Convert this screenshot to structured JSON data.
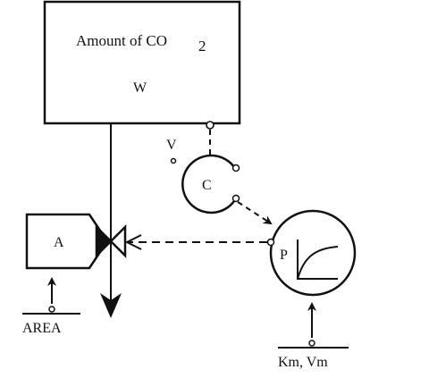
{
  "stock_box": {
    "title": "Amount of CO",
    "title_subscript": "2",
    "symbol": "W"
  },
  "variable": {
    "label": "V"
  },
  "converter": {
    "label": "C"
  },
  "valve_box": {
    "label": "A"
  },
  "area_param": {
    "label": "AREA"
  },
  "process": {
    "label": "P"
  },
  "kinetics_param": {
    "label": "Km, Vm"
  }
}
